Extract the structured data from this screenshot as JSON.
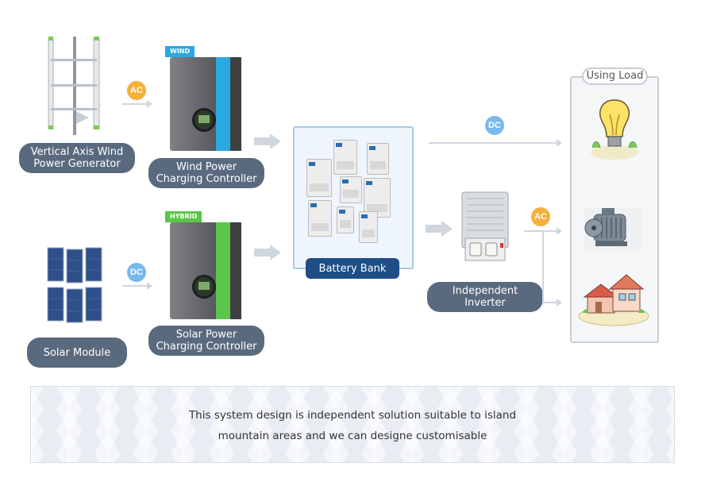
{
  "nodes": {
    "wind_generator": {
      "label": "Vertical Axis Wind\nPower Generator"
    },
    "wind_controller": {
      "label": "Wind Power\nCharging Controller",
      "tag": "WIND"
    },
    "solar_module": {
      "label": "Solar Module"
    },
    "solar_controller": {
      "label": "Solar Power\nCharging Controller",
      "tag": "HYBRID"
    },
    "battery_bank": {
      "label": "Battery Bank"
    },
    "inverter": {
      "label": "Independent\nInverter"
    },
    "using_load": {
      "label": "Using Load"
    }
  },
  "badges": {
    "wind_current": "AC",
    "solar_current": "DC",
    "battery_to_load": "DC",
    "inverter_to_load": "AC"
  },
  "footer": {
    "line1": "This system design is independent solution suitable to island",
    "line2": "mountain areas and we can designe customisable"
  },
  "colors": {
    "pill": "#5a6a7e",
    "pill_dark": "#1f4e86",
    "ac": "#f6b03c",
    "dc": "#79b9ec",
    "wind_stripe": "#2aa8e0",
    "hybrid_stripe": "#5cc64a"
  },
  "icons": [
    "wind-turbine-icon",
    "solar-panel-icon",
    "battery-icon",
    "inverter-icon",
    "light-bulb-icon",
    "electric-motor-icon",
    "house-icon"
  ]
}
